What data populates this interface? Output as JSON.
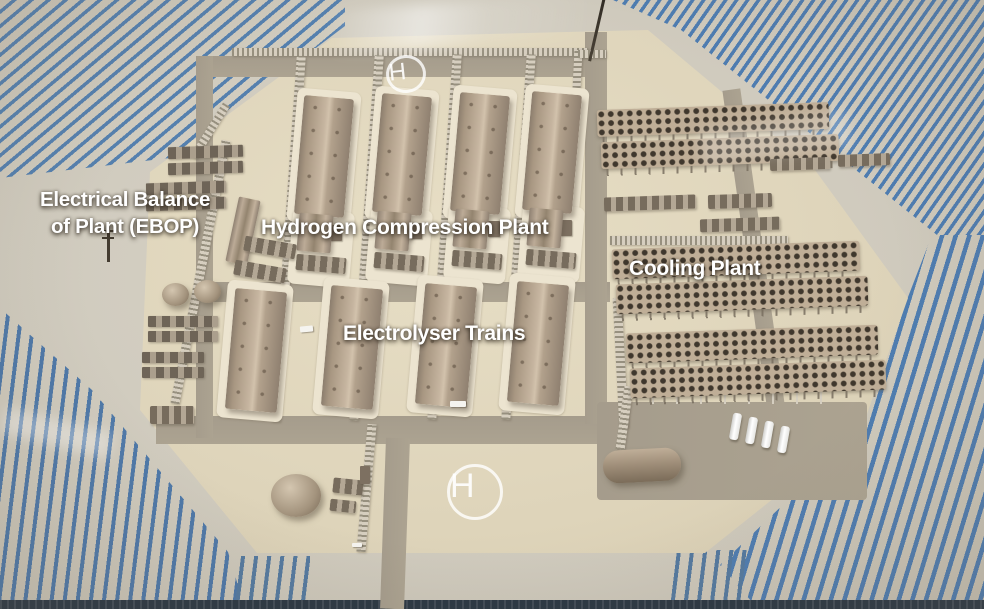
{
  "scene": {
    "description": "Aerial 3D render of a solar-powered green hydrogen production facility on an octagonal pad",
    "labels": {
      "ebop_line1": "Electrical Balance",
      "ebop_line2": "of Plant (EBOP)",
      "compression": "Hydrogen Compression Plant",
      "cooling": "Cooling Plant",
      "electrolyser": "Electrolyser Trains"
    },
    "helipad": {
      "letter": "H"
    },
    "colors": {
      "ground": "#d0cbbe",
      "pad": "#ded4ba",
      "road": "#a59c8c",
      "solar_panel_blue": "#4e7cb0",
      "building_tan": "#b2a18c",
      "label_text": "#ffffff"
    }
  }
}
